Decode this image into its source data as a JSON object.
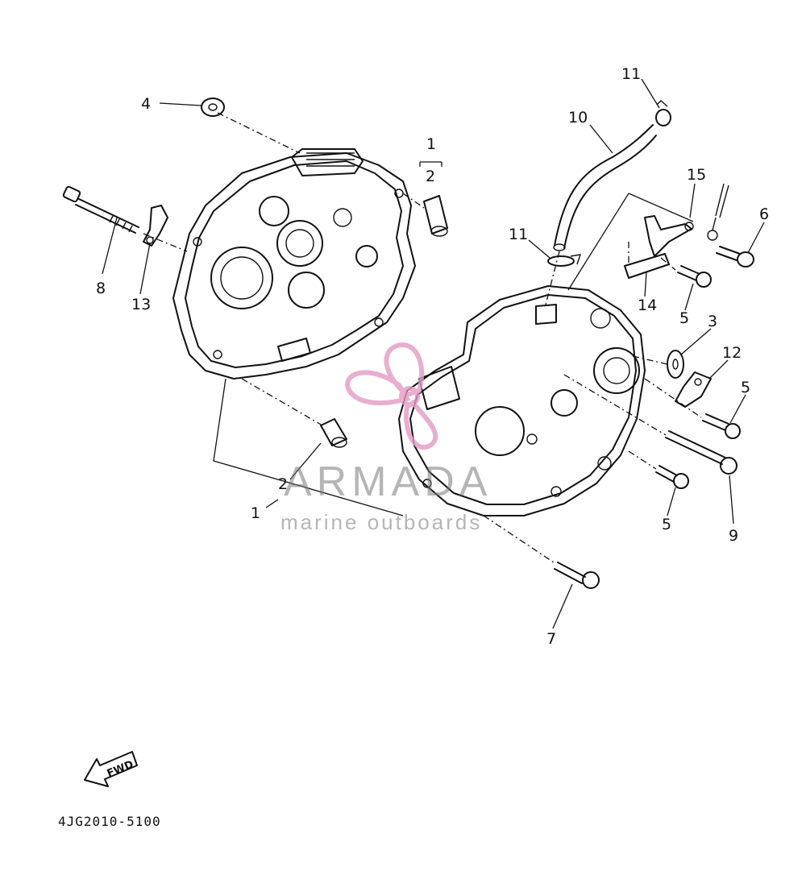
{
  "diagram": {
    "part_code": "4JG2010-5100",
    "fwd_label": "FWD",
    "callouts": [
      {
        "id": "c4",
        "text": "4"
      },
      {
        "id": "c1a",
        "text": "1"
      },
      {
        "id": "c2a",
        "text": "2"
      },
      {
        "id": "c8",
        "text": "8"
      },
      {
        "id": "c13",
        "text": "13"
      },
      {
        "id": "c11a",
        "text": "11"
      },
      {
        "id": "c10",
        "text": "10"
      },
      {
        "id": "c15",
        "text": "15"
      },
      {
        "id": "c6",
        "text": "6"
      },
      {
        "id": "c11b",
        "text": "11"
      },
      {
        "id": "c14",
        "text": "14"
      },
      {
        "id": "c5a",
        "text": "5"
      },
      {
        "id": "c3",
        "text": "3"
      },
      {
        "id": "c12",
        "text": "12"
      },
      {
        "id": "c5b",
        "text": "5"
      },
      {
        "id": "c2b",
        "text": "2"
      },
      {
        "id": "c1b",
        "text": "1"
      },
      {
        "id": "c5c",
        "text": "5"
      },
      {
        "id": "c9",
        "text": "9"
      },
      {
        "id": "c7",
        "text": "7"
      }
    ]
  },
  "watermark": {
    "brand": "ARMADA",
    "tagline": "marine outboards",
    "accent_color": "#e39bc4"
  }
}
